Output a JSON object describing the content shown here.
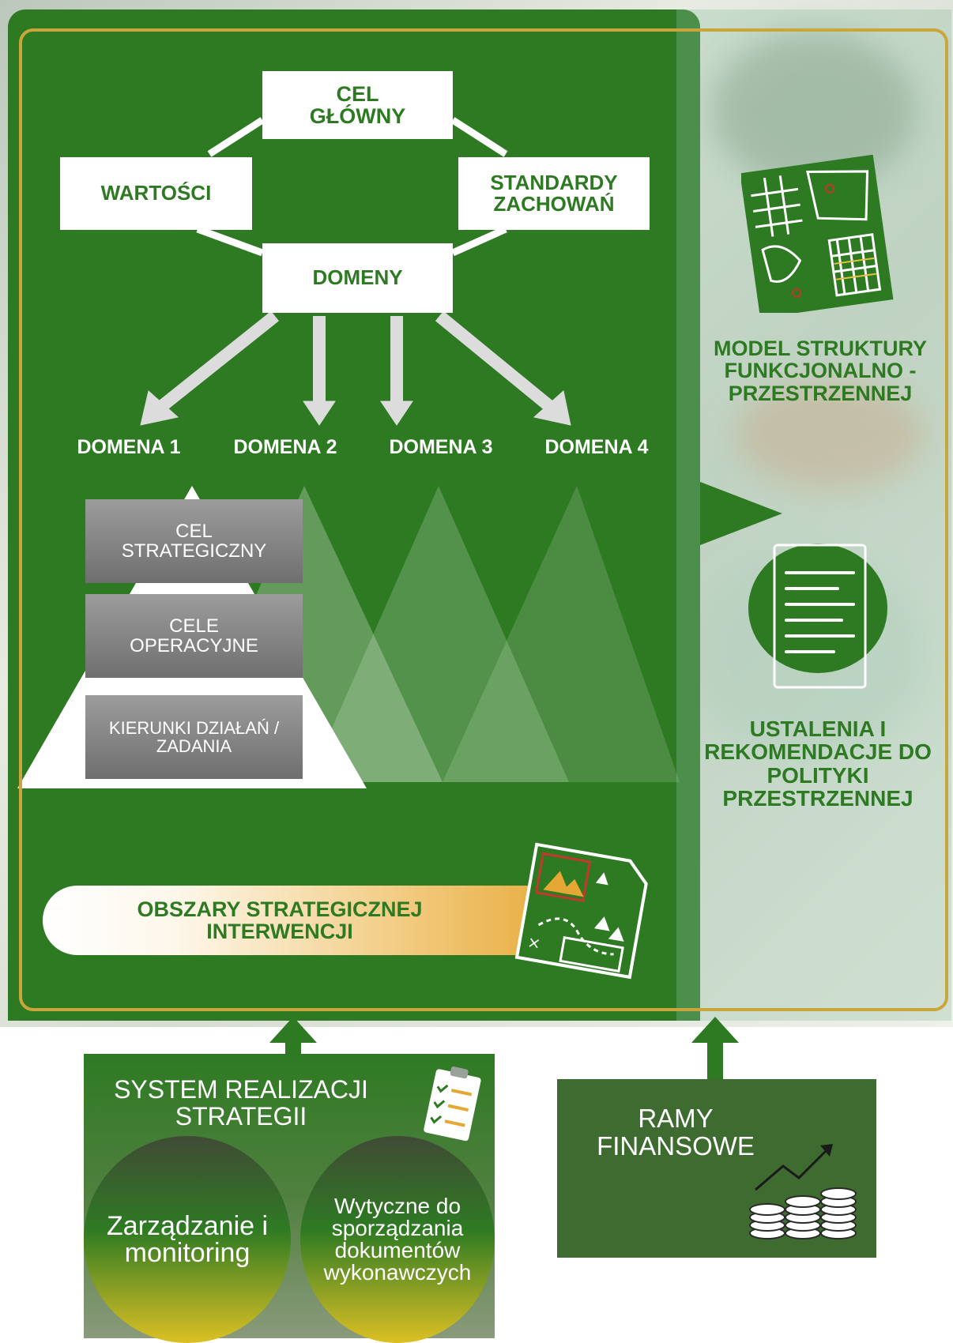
{
  "top": {
    "cel_glowny": "CEL GŁÓWNY",
    "wartosci": "WARTOŚCI",
    "standardy": "STANDARDY ZACHOWAŃ",
    "domeny": "DOMENY"
  },
  "domains": [
    "DOMENA 1",
    "DOMENA 2",
    "DOMENA 3",
    "DOMENA 4"
  ],
  "pyramid": {
    "level1": "CEL STRATEGICZNY",
    "level2": "CELE OPERACYJNE",
    "level3": "KIERUNKI DZIAŁAŃ / ZADANIA"
  },
  "osi": "OBSZARY STRATEGICZNEJ INTERWENCJI",
  "side": {
    "model": "MODEL STRUKTURY FUNKCJONALNO -PRZESTRZENNEJ",
    "ustalenia": "USTALENIA I REKOMENDACJE DO POLITYKI PRZESTRZENNEJ"
  },
  "bottom": {
    "system": "SYSTEM REALIZACJI STRATEGII",
    "zarzadzanie": "Zarządzanie i monitoring",
    "wytyczne": "Wytyczne do sporządzania dokumentów wykonawczych",
    "ramy": "RAMY FINANSOWE"
  },
  "icons": [
    "map-grid-icon",
    "document-list-icon",
    "treasure-map-icon",
    "checklist-icon",
    "coins-chart-icon"
  ],
  "colors": {
    "green": "#2e7a23",
    "gold": "#c9a63b",
    "white": "#ffffff",
    "dark_green": "#3e6b30"
  }
}
